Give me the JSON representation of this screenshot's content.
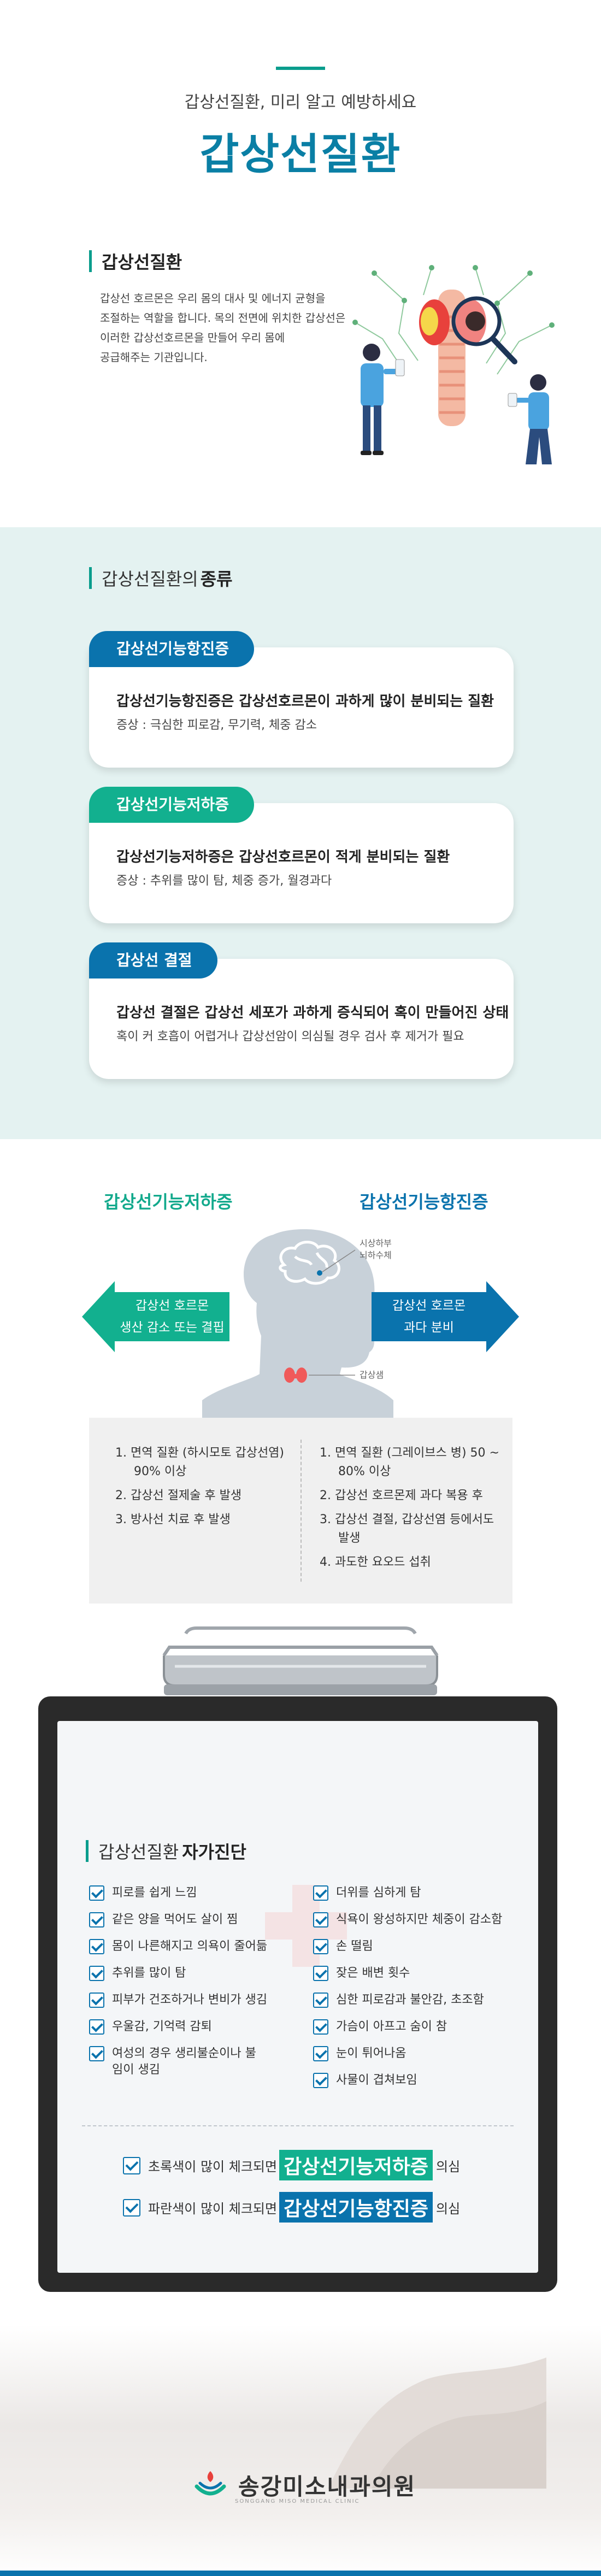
{
  "hero": {
    "subtitle": "갑상선질환, 미리 알고 예방하세요",
    "title": "갑상선질환"
  },
  "intro": {
    "heading": "갑상선질환",
    "lines": [
      "갑상선 호르몬은 우리 몸의 대사 및 에너지 균형을",
      "조절하는 역할을 합니다. 목의 전면에 위치한 갑상선은",
      "이러한 갑상선호르몬을 만들어 우리 몸에",
      "공급해주는 기관입니다."
    ]
  },
  "types": {
    "heading_prefix": "갑상선질환의",
    "heading_bold": "종류",
    "cards": [
      {
        "tag": "갑상선기능항진증",
        "main": "갑상선기능항진증은 갑상선호르몬이 과하게 많이 분비되는 질환",
        "sub": "증상 : 극심한 피로감, 무기력, 체중 감소"
      },
      {
        "tag": "갑상선기능저하증",
        "main": "갑상선기능저하증은 갑상선호르몬이 적게 분비되는 질환",
        "sub": "증상 : 추위를 많이 탐, 체중 증가, 월경과다"
      },
      {
        "tag": "갑상선 결절",
        "main": "갑상선 결절은 갑상선 세포가 과하게 증식되어 혹이 만들어진 상태",
        "sub": "혹이 커 호흡이 어렵거나 갑상선암이 의심될 경우 검사 후 제거가 필요"
      }
    ]
  },
  "diagram": {
    "left_title": "갑상선기능저하증",
    "right_title": "갑상선기능항진증",
    "left_arrow": [
      "갑상선 호르몬",
      "생산 감소 또는 결핍"
    ],
    "right_arrow": [
      "갑상선 호르몬",
      "과다 분비"
    ],
    "brain_label": [
      "시상하부",
      "뇌하수체"
    ],
    "thyroid_label": "갑상샘",
    "left_causes": [
      "1. 면역 질환 (하시모토 갑상선염) 90% 이상",
      "2. 갑상선 절제술 후 발생",
      "3. 방사선 치료 후 발생"
    ],
    "right_causes": [
      "1. 면역 질환 (그레이브스 병) 50 ~ 80% 이상",
      "2. 갑상선 호르몬제 과다 복용 후",
      "3. 갑상선 결절, 갑상선염 등에서도 발생",
      "4. 과도한 요오드 섭취"
    ]
  },
  "selfcheck": {
    "heading_prefix": "갑상선질환",
    "heading_bold": "자가진단",
    "left_items": [
      "피로를 쉽게 느낌",
      "같은 양을 먹어도 살이 찜",
      "몸이 나른해지고 의욕이 줄어듦",
      "추위를 많이 탐",
      "피부가 건조하거나 변비가 생김",
      "우울감, 기억력 감퇴",
      "여성의 경우 생리불순이나 불임이 생김"
    ],
    "right_items": [
      "더위를 심하게 탐",
      "식욕이 왕성하지만 체중이 감소함",
      "손 떨림",
      "잦은 배변 횟수",
      "심한 피로감과 불안감, 초조함",
      "가슴이 아프고 숨이 참",
      "눈이 튀어나옴",
      "사물이 겹쳐보임"
    ],
    "result1_prefix": "초록색이 많이 체크되면",
    "result1_highlight": "갑상선기능저하증",
    "result1_suffix": "의심",
    "result2_prefix": "파란색이 많이 체크되면",
    "result2_highlight": "갑상선기능항진증",
    "result2_suffix": "의심"
  },
  "footer": {
    "clinic_name": "송강미소내과의원",
    "clinic_en": "SONGGANG MISO MEDICAL CLINIC"
  },
  "colors": {
    "teal": "#0a9d8d",
    "blue": "#0a73ad",
    "green": "#12b08f",
    "mint_bg": "#e4f2f1"
  }
}
